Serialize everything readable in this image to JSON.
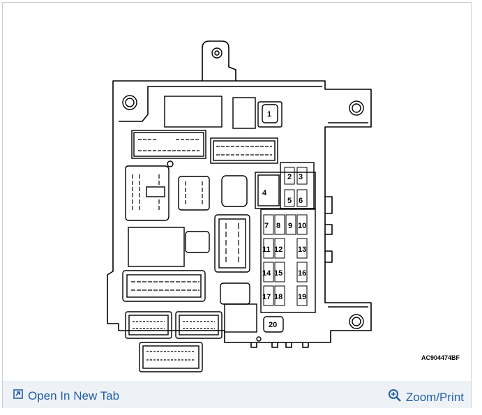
{
  "diagram": {
    "ref_code": "AC904474BF",
    "fuse_labels": [
      "1",
      "2",
      "3",
      "4",
      "5",
      "6",
      "7",
      "8",
      "9",
      "10",
      "11",
      "12",
      "13",
      "14",
      "15",
      "16",
      "17",
      "18",
      "19",
      "20"
    ]
  },
  "footer": {
    "open_label": "Open In New Tab",
    "open_icon": "open-new-tab-icon",
    "zoom_label": "Zoom/Print",
    "zoom_icon": "magnifier-icon",
    "link_color": "#1f5fa8"
  }
}
